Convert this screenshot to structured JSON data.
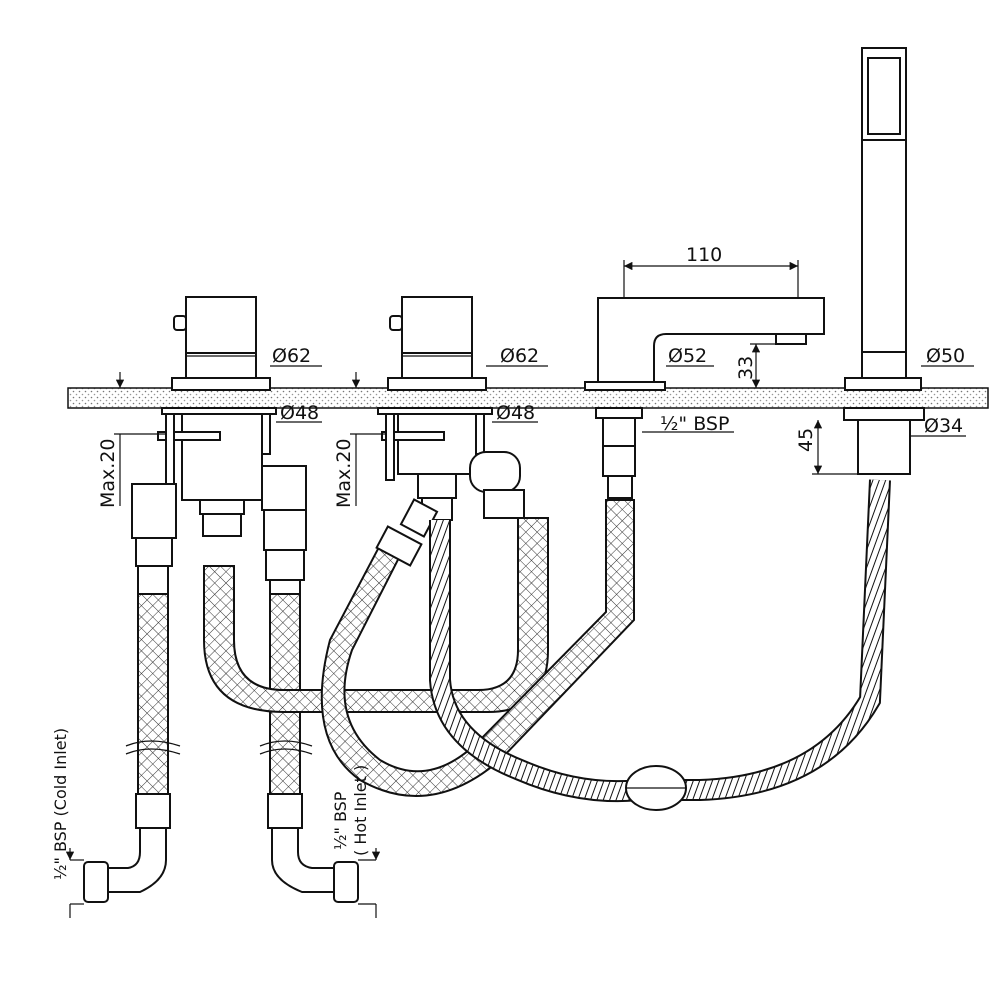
{
  "dimensions": {
    "d62_left": "Ø62",
    "d48_left": "Ø48",
    "d62_mid": "Ø62",
    "d48_mid": "Ø48",
    "spout_len": "110",
    "d52": "Ø52",
    "spout_h": "33",
    "bsp_spout": "½\" BSP",
    "d50": "Ø50",
    "d34": "Ø34",
    "h45": "45",
    "max20_left": "Max.20",
    "max20_mid": "Max.20"
  },
  "inlets": {
    "cold_line1": "½\" BSP (Cold Inlet)",
    "hot_line1": "½\" BSP",
    "hot_line2": "( Hot Inlet )"
  }
}
